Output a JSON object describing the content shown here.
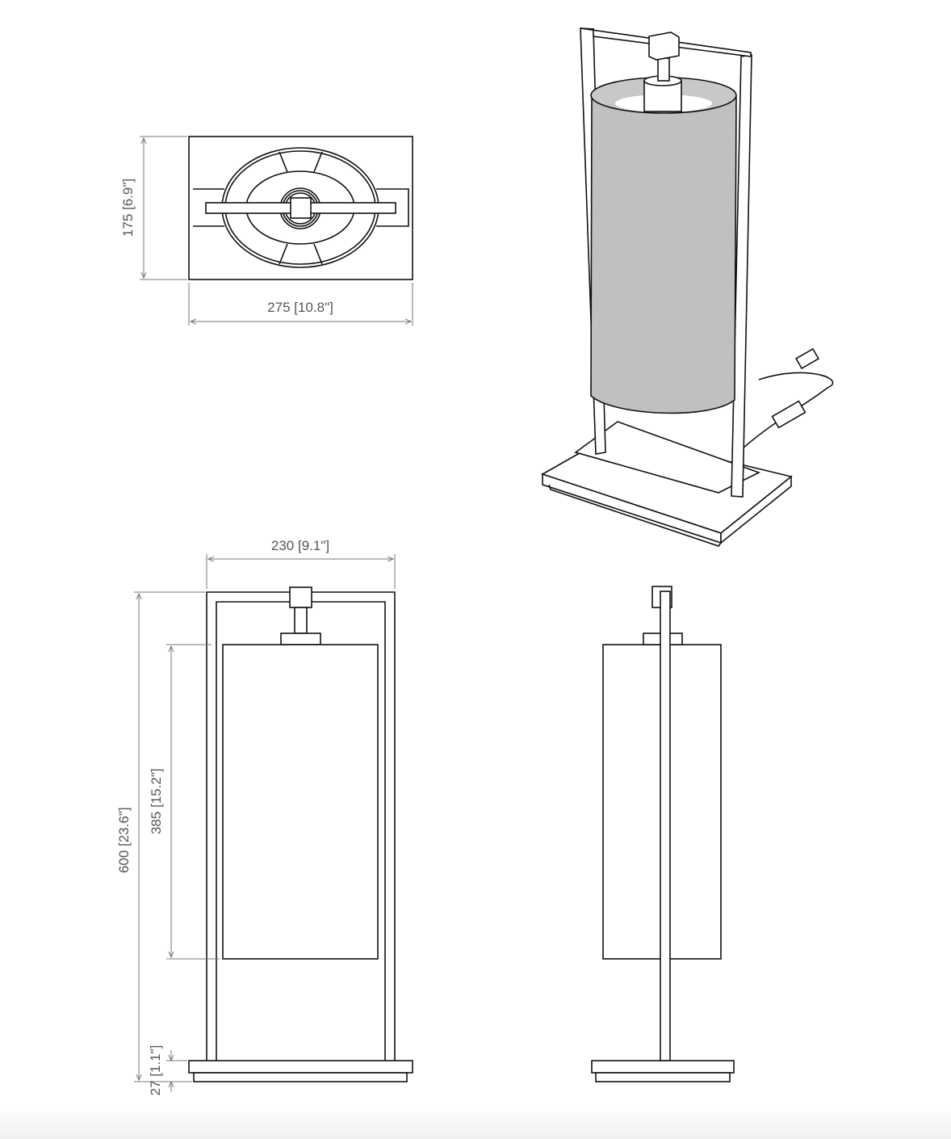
{
  "dimensions": {
    "top_depth": "175 [6.9\"]",
    "top_width": "275 [10.8\"]",
    "front_width": "230 [9.1\"]",
    "total_height": "600 [23.6\"]",
    "shade_height": "385 [15.2\"]",
    "base_height": "27 [1.1\"]"
  },
  "colors": {
    "line": "#111111",
    "shade": "#c0c0c0",
    "dimension": "#777777"
  }
}
